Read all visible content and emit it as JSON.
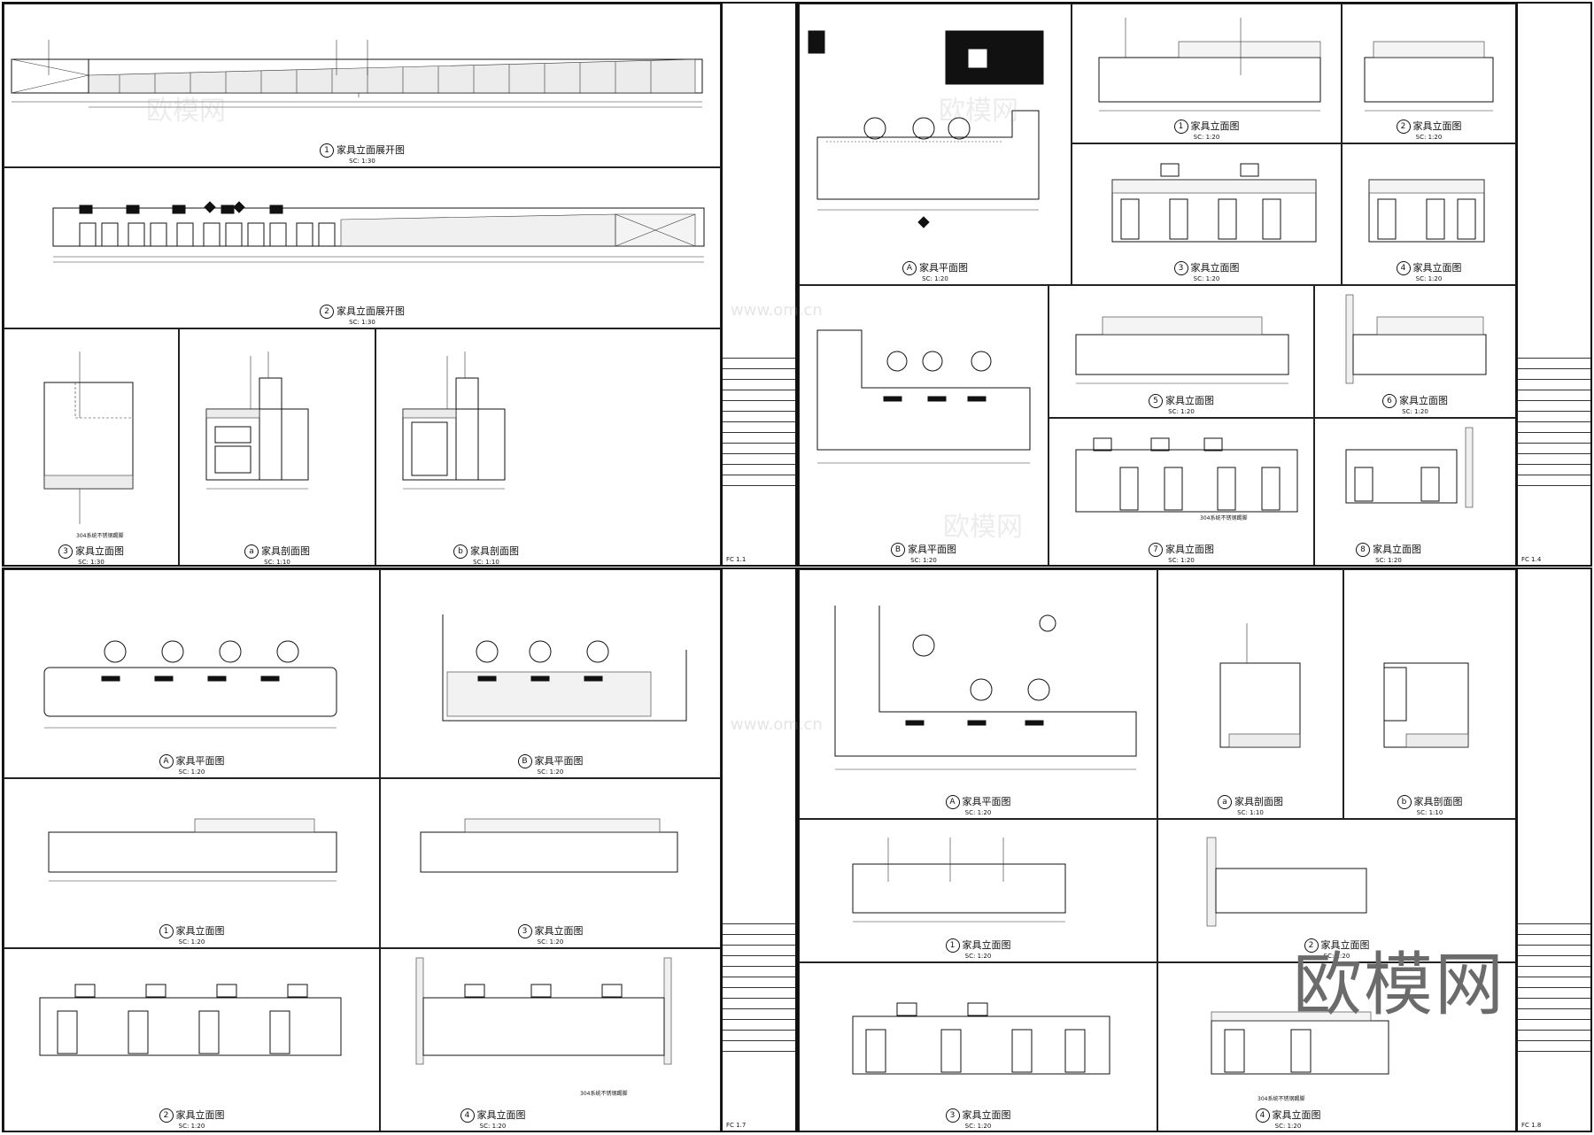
{
  "sheets": [
    {
      "id": "s1",
      "titleblock_code": "FC 1.1",
      "panels": [
        {
          "num": "1",
          "title": "家具立面展开图",
          "scale": "SC: 1:30"
        },
        {
          "num": "2",
          "title": "家具立面展开图",
          "scale": "SC: 1:30"
        },
        {
          "num": "3",
          "title": "家具立面图",
          "scale": "SC: 1:30"
        },
        {
          "num": "a",
          "title": "家具剖面图",
          "scale": "SC: 1:10"
        },
        {
          "num": "b",
          "title": "家具剖面图",
          "scale": "SC: 1:10"
        }
      ]
    },
    {
      "id": "s2",
      "titleblock_code": "FC 1.4",
      "panels": [
        {
          "num": "A",
          "title": "家具平面图",
          "scale": "SC: 1:20"
        },
        {
          "num": "1",
          "title": "家具立面图",
          "scale": "SC: 1:20"
        },
        {
          "num": "2",
          "title": "家具立面图",
          "scale": "SC: 1:20"
        },
        {
          "num": "3",
          "title": "家具立面图",
          "scale": "SC: 1:20"
        },
        {
          "num": "4",
          "title": "家具立面图",
          "scale": "SC: 1:20"
        },
        {
          "num": "B",
          "title": "家具平面图",
          "scale": "SC: 1:20"
        },
        {
          "num": "5",
          "title": "家具立面图",
          "scale": "SC: 1:20"
        },
        {
          "num": "6",
          "title": "家具立面图",
          "scale": "SC: 1:20"
        },
        {
          "num": "7",
          "title": "家具立面图",
          "scale": "SC: 1:20"
        },
        {
          "num": "8",
          "title": "家具立面图",
          "scale": "SC: 1:20"
        }
      ]
    },
    {
      "id": "s3",
      "titleblock_code": "FC 1.7",
      "panels": [
        {
          "num": "A",
          "title": "家具平面图",
          "scale": "SC: 1:20"
        },
        {
          "num": "B",
          "title": "家具平面图",
          "scale": "SC: 1:20"
        },
        {
          "num": "1",
          "title": "家具立面图",
          "scale": "SC: 1:20"
        },
        {
          "num": "3",
          "title": "家具立面图",
          "scale": "SC: 1:20"
        },
        {
          "num": "2",
          "title": "家具立面图",
          "scale": "SC: 1:20"
        },
        {
          "num": "4",
          "title": "家具立面图",
          "scale": "SC: 1:20"
        }
      ]
    },
    {
      "id": "s4",
      "titleblock_code": "FC 1.8",
      "panels": [
        {
          "num": "A",
          "title": "家具平面图",
          "scale": "SC: 1:20"
        },
        {
          "num": "a",
          "title": "家具剖面图",
          "scale": "SC: 1:10"
        },
        {
          "num": "b",
          "title": "家具剖面图",
          "scale": "SC: 1:10"
        },
        {
          "num": "1",
          "title": "家具立面图",
          "scale": "SC: 1:20"
        },
        {
          "num": "2",
          "title": "家具立面图",
          "scale": "SC: 1:20"
        },
        {
          "num": "3",
          "title": "家具立面图",
          "scale": "SC: 1:20"
        },
        {
          "num": "4",
          "title": "家具立面图",
          "scale": "SC: 1:20"
        }
      ]
    }
  ],
  "callouts": {
    "material": "304系统不锈钢踢脚"
  },
  "watermark": {
    "brand": "欧模网",
    "url": "www.om.cn"
  }
}
